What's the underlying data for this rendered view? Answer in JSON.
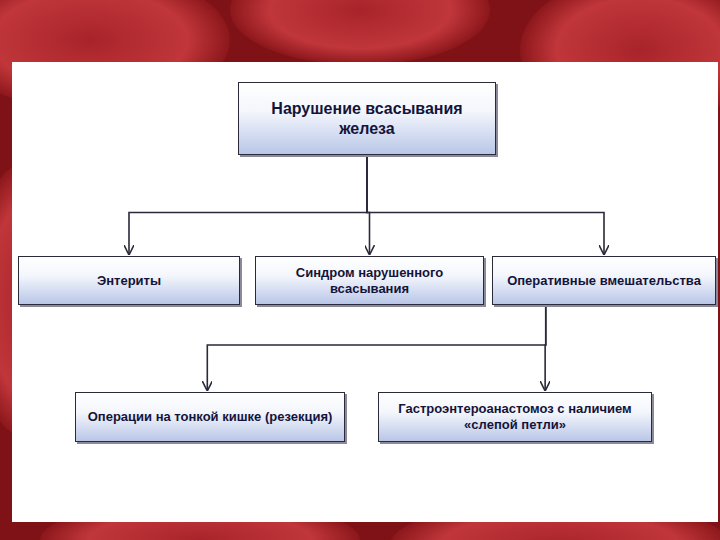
{
  "diagram": {
    "nodes": [
      {
        "text": [
          "Нарушение всасывания железа"
        ]
      },
      {
        "text": [
          "Энтериты"
        ]
      },
      {
        "text": [
          "Синдром нарушенного всасывания"
        ]
      },
      {
        "text": [
          "Оперативные вмешательства"
        ]
      },
      {
        "text": [
          "Операции на тонкой кишке (резекция)"
        ]
      },
      {
        "text": [
          "Гастроэнтероанастомоз с наличием «слепой петли»"
        ]
      }
    ],
    "edges": [
      {
        "from": 0,
        "to": 1,
        "arrow": "to"
      },
      {
        "from": 0,
        "to": 2,
        "arrow": "to"
      },
      {
        "from": 0,
        "to": 3,
        "arrow": "to"
      },
      {
        "from": 3,
        "to": 4,
        "arrow": "to"
      },
      {
        "from": 3,
        "to": 5,
        "arrow": "to"
      }
    ]
  }
}
